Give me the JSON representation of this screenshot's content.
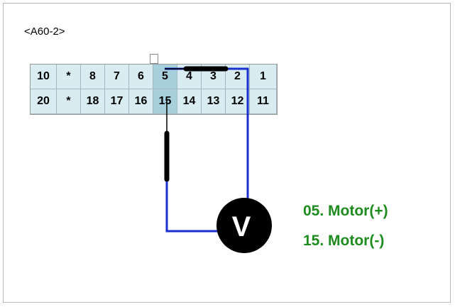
{
  "connector": {
    "name": "<A60-2>",
    "top_row": [
      "10",
      "*",
      "8",
      "7",
      "6",
      "5",
      "4",
      "3",
      "2",
      "1"
    ],
    "bottom_row": [
      "20",
      "*",
      "18",
      "17",
      "16",
      "15",
      "14",
      "13",
      "12",
      "11"
    ],
    "highlighted_pins": [
      "5",
      "15"
    ]
  },
  "meter": {
    "label": "V"
  },
  "legend": {
    "line1": "05. Motor(+)",
    "line2": "15. Motor(-)"
  },
  "colors": {
    "wire_blue": "#1b2fd0",
    "probe_black": "#000000",
    "legend_green": "#1e8b1e",
    "pin_highlight": "#a7cfdc",
    "connector_fill": "#d9ecf1"
  }
}
